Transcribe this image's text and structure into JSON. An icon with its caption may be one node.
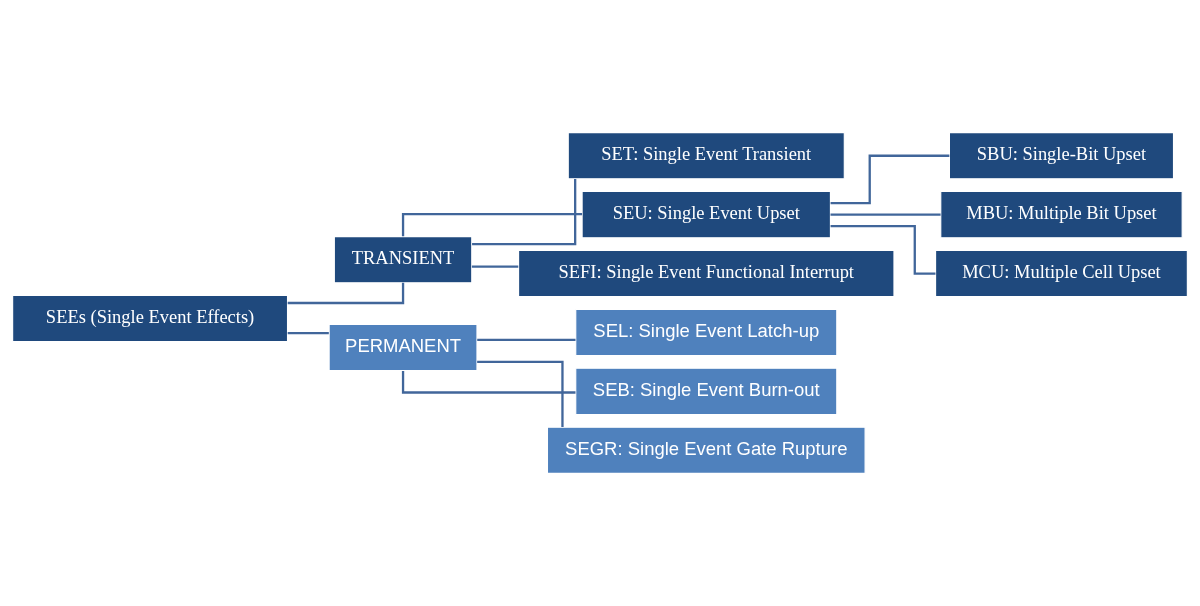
{
  "diagram": {
    "nodes": [
      {
        "text": [
          "SEEs (Single Event Effects)"
        ]
      },
      {
        "text": [
          "TRANSIENT"
        ]
      },
      {
        "text": [
          "PERMANENT"
        ]
      },
      {
        "text": [
          "SET: Single Event Transient"
        ]
      },
      {
        "text": [
          "SEU: Single Event Upset"
        ]
      },
      {
        "text": [
          "SEFI: Single Event Functional Interrupt"
        ]
      },
      {
        "text": [
          "SBU: Single-Bit Upset"
        ]
      },
      {
        "text": [
          "MBU: Multiple Bit Upset"
        ]
      },
      {
        "text": [
          "MCU: Multiple Cell Upset"
        ]
      },
      {
        "text": [
          "SEL: Single Event Latch-up"
        ]
      },
      {
        "text": [
          "SEB: Single Event Burn-out"
        ]
      },
      {
        "text": [
          "SEGR: Single Event Gate Rupture"
        ]
      }
    ],
    "edges": [
      {
        "from": 0,
        "to": 1,
        "arrow": "none"
      },
      {
        "from": 0,
        "to": 2,
        "arrow": "none"
      },
      {
        "from": 1,
        "to": 3,
        "arrow": "none"
      },
      {
        "from": 1,
        "to": 4,
        "arrow": "none"
      },
      {
        "from": 1,
        "to": 5,
        "arrow": "none"
      },
      {
        "from": 4,
        "to": 6,
        "arrow": "none"
      },
      {
        "from": 4,
        "to": 7,
        "arrow": "none"
      },
      {
        "from": 4,
        "to": 8,
        "arrow": "none"
      },
      {
        "from": 2,
        "to": 9,
        "arrow": "none"
      },
      {
        "from": 2,
        "to": 10,
        "arrow": "none"
      },
      {
        "from": 2,
        "to": 11,
        "arrow": "none"
      }
    ]
  }
}
